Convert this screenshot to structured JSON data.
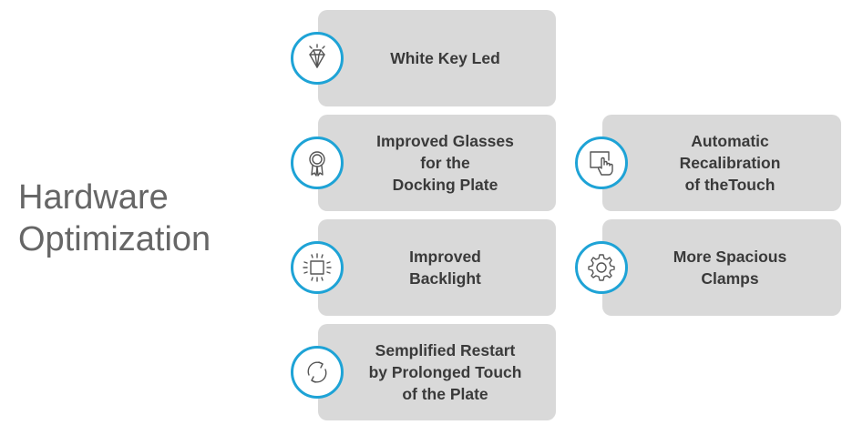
{
  "title": "Hardware\nOptimization",
  "colors": {
    "accent": "#1ea3d6",
    "card_bg": "#d9d9d9",
    "title_text": "#666666",
    "card_text": "#3a3a3a"
  },
  "items": [
    {
      "label": "White Key Led",
      "icon": "diamond-icon"
    },
    {
      "label": "Improved Glasses\nfor the\nDocking Plate",
      "icon": "award-ribbon-icon"
    },
    {
      "label": "Automatic\nRecalibration\nof theTouch",
      "icon": "touch-screen-icon"
    },
    {
      "label": "Improved\nBacklight",
      "icon": "backlight-icon"
    },
    {
      "label": "More Spacious\nClamps",
      "icon": "gear-icon"
    },
    {
      "label": "Semplified Restart\nby Prolonged Touch\nof the Plate",
      "icon": "refresh-icon"
    }
  ]
}
